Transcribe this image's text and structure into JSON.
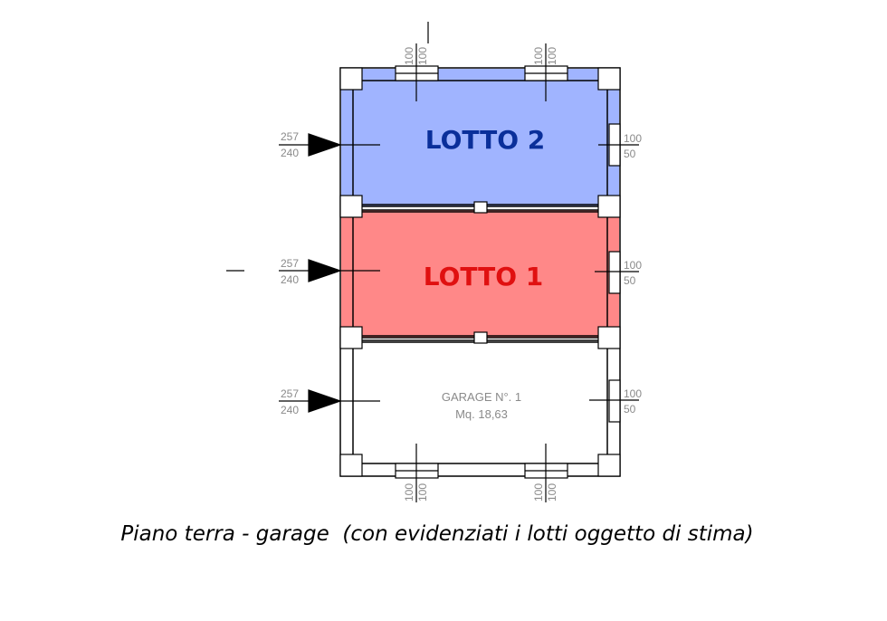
{
  "lots": {
    "lotto2": {
      "label": "LOTTO 2",
      "fill": "#a0b4ff",
      "text_color": "#0a2f9a"
    },
    "lotto1": {
      "label": "LOTTO 1",
      "fill": "#ff8888",
      "text_color": "#e01010"
    }
  },
  "garage": {
    "line1": "GARAGE N°. 1",
    "line2": "Mq. 18,63"
  },
  "dims": {
    "window_top": "100",
    "window_bottom": "100",
    "door_top": "257",
    "door_bottom": "240",
    "right_top": "100",
    "right_bottom": "50"
  },
  "caption": "Piano terra - garage  (con evidenziati i lotti oggetto di stima)"
}
